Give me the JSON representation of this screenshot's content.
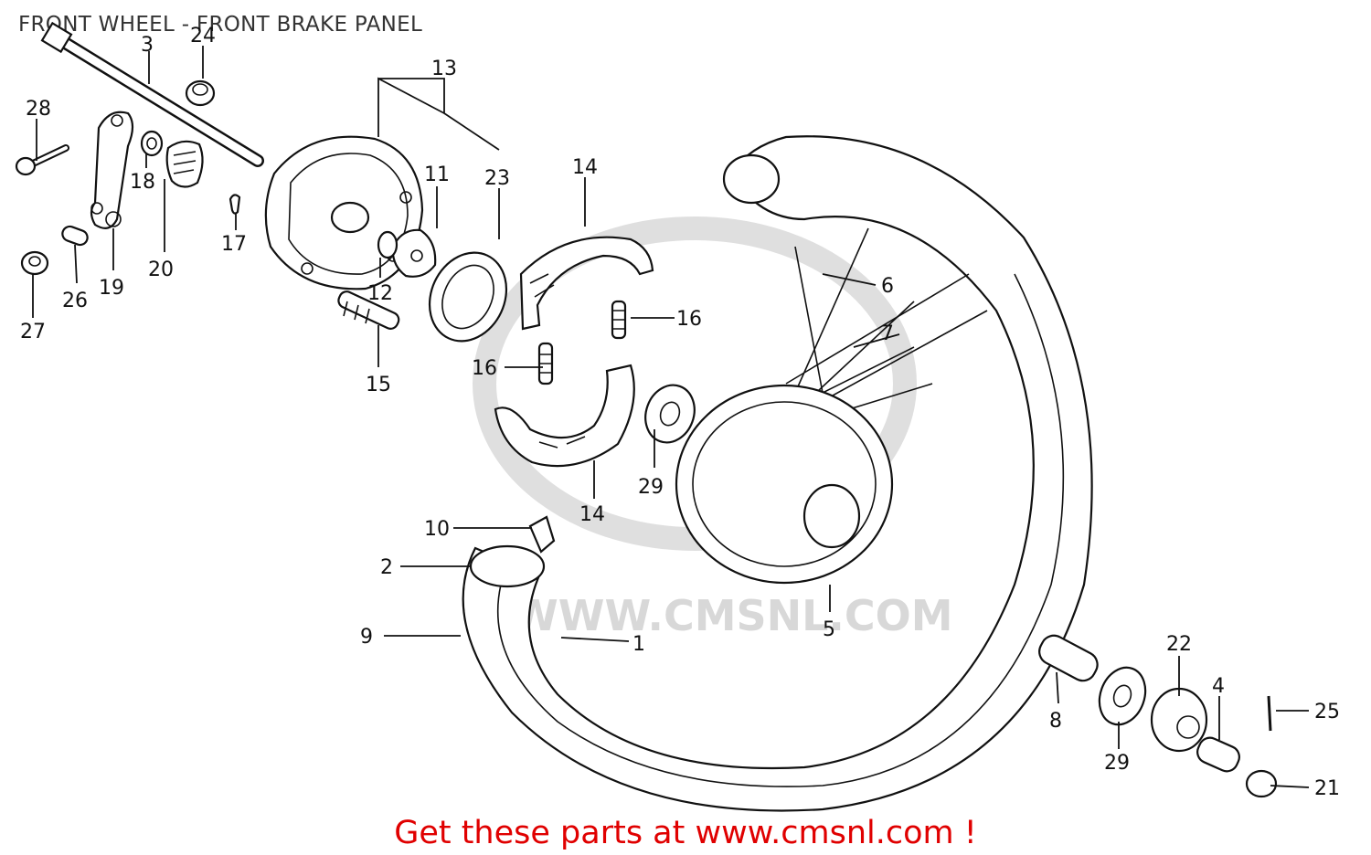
{
  "title": "FRONT WHEEL - FRONT BRAKE PANEL",
  "watermark": "WWW.CMSNL.COM",
  "footer": "Get these parts at www.cmsnl.com !",
  "colors": {
    "footer": "#e00000",
    "ink": "#111111",
    "watermark": "#d4d4d4"
  },
  "labels": {
    "l3": "3",
    "l24": "24",
    "l13": "13",
    "l28": "28",
    "l18": "18",
    "l20": "20",
    "l19": "19",
    "l17": "17",
    "l26": "26",
    "l27": "27",
    "l11": "11",
    "l12": "12",
    "l23": "23",
    "l15": "15",
    "l14a": "14",
    "l16a": "16",
    "l16b": "16",
    "l14b": "14",
    "l29a": "29",
    "l6": "6",
    "l7": "7",
    "l10": "10",
    "l2": "2",
    "l9": "9",
    "l1": "1",
    "l5": "5",
    "l22": "22",
    "l8": "8",
    "l4": "4",
    "l25": "25",
    "l29b": "29",
    "l21": "21"
  }
}
